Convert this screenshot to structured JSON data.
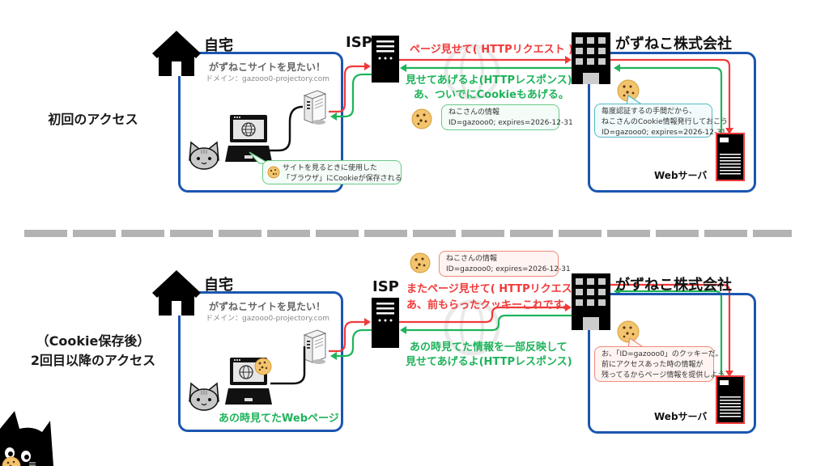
{
  "sections": [
    {
      "label": "初回のアクセス",
      "home": {
        "title": "自宅",
        "want": "がずねこサイトを見たい！",
        "domain": "ドメイン：gazooo0-projectory.com",
        "browser_bubble": [
          "サイトを見るときに使用した",
          "「ブラウザ」にCookieが保存される"
        ]
      },
      "isp_label": "ISP",
      "request_text": [
        "ページ見せて( HTTPリクエスト )"
      ],
      "response_text": [
        "見せてあげるよ(HTTPレスポンス)",
        "あ、ついでにCookieもあげる。"
      ],
      "cookie_bubble": [
        "ねこさんの情報",
        "ID=gazooo0; expires=2026-12-31"
      ],
      "company": {
        "title": "がずねこ株式会社",
        "bubble": [
          "毎度認証するの手間だから、",
          "ねこさんのCookie情報発行しておこう",
          "ID=gazooo0; expires=2026-12-31"
        ],
        "webserver_label": "Webサーバ"
      }
    },
    {
      "label": [
        "（Cookie保存後）",
        "2回目以降のアクセス"
      ],
      "home": {
        "title": "自宅",
        "want": "がずねこサイトを見たい！",
        "domain": "ドメイン：gazooo0-projectory.com",
        "page_caption": "あの時見てたWebページ"
      },
      "isp_label": "ISP",
      "cookie_bubble": [
        "ねこさんの情報",
        "ID=gazooo0; expires=2026-12-31"
      ],
      "request_text": [
        "またページ見せて( HTTPリクエスト )",
        "あ、前もらったクッキーこれです。"
      ],
      "response_text": [
        "あの時見てた情報を一部反映して",
        "見せてあげるよ(HTTPレスポンス)"
      ],
      "company": {
        "title": "がずねこ株式会社",
        "bubble": [
          "お、「ID=gazooo0」のクッキーだ。",
          "前にアクセスあった時の情報が",
          "残ってるからページ情報を提供しよう。"
        ],
        "webserver_label": "Webサーバ"
      }
    }
  ],
  "colors": {
    "box_border": "#1a56b0",
    "request": "#f03a3a",
    "response": "#1eb35a",
    "divider": "#b3b3b3"
  }
}
